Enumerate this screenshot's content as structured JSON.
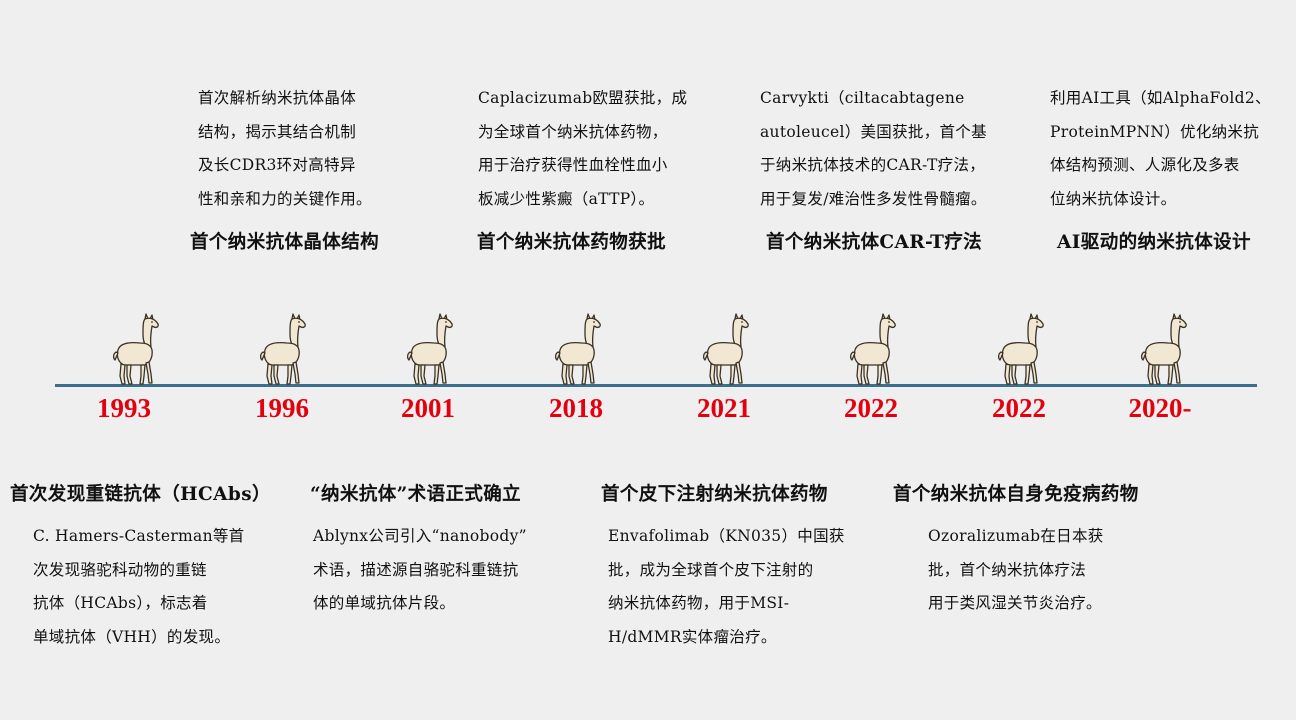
{
  "top_events": [
    {
      "title": "首个纳米抗体晶体结构",
      "text": "首次解析纳米抗体晶体\n结构，揭示其结合机制\n及长CDR3环对高特异\n性和亲和力的关键作用。"
    },
    {
      "title": "首个纳米抗体药物获批",
      "text": "Caplacizumab欧盟获批，成\n为全球首个纳米抗体药物，\n用于治疗获得性血栓性血小\n板减少性紫癜（aTTP）。"
    },
    {
      "title": "首个纳米抗体CAR-T疗法",
      "text": "Carvykti（ciltacabtagene\nautoleucel）美国获批，首个基\n于纳米抗体技术的CAR-T疗法，\n用于复发/难治性多发性骨髓瘤。"
    },
    {
      "title": "AI驱动的纳米抗体设计",
      "text": "利用AI工具（如AlphaFold2、\nProteinMPNN）优化纳米抗\n体结构预测、人源化及多表\n位纳米抗体设计。"
    }
  ],
  "bottom_events": [
    {
      "title": "首次发现重链抗体（HCAbs）",
      "text": "C. Hamers-Casterman等首\n次发现骆驼科动物的重链\n抗体（HCAbs），标志着\n单域抗体（VHH）的发现。"
    },
    {
      "title": "“纳米抗体”术语正式确立",
      "text": "Ablynx公司引入“nanobody”\n术语，描述源自骆驼科重链抗\n体的单域抗体片段。"
    },
    {
      "title": "首个皮下注射纳米抗体药物",
      "text": "Envafolimab（KN035）中国获\n批，成为全球首个皮下注射的\n纳米抗体药物，用于MSI-\nH/dMMR实体瘤治疗。"
    },
    {
      "title": "首个纳米抗体自身免疫病药物",
      "text": "Ozoralizumab在日本获\n批，首个纳米抗体疗法\n用于类风湿关节炎治疗。"
    }
  ],
  "years": [
    "1993",
    "1996",
    "2001",
    "2018",
    "2021",
    "2022",
    "2022",
    "2020-"
  ],
  "colors": {
    "axis": "#3c6f8e",
    "year": "#e3000f",
    "llama_body": "#f1e7d3",
    "outline": "#3a3226",
    "background": "#efefef"
  },
  "icon": "llama-icon"
}
